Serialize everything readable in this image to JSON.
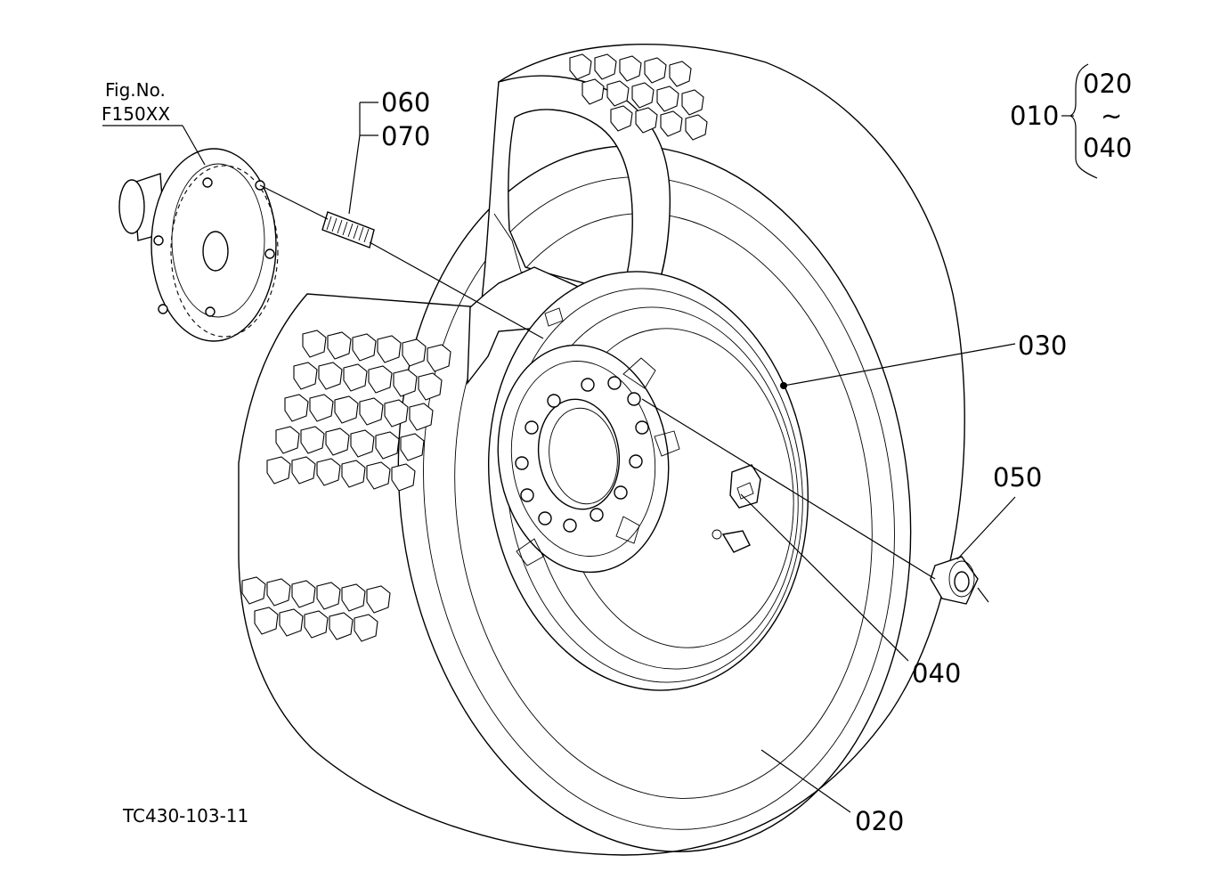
{
  "figure_reference": {
    "caption": "Fig.No.",
    "number": "F150XX"
  },
  "group_callout": {
    "assembly": "010",
    "range_start": "020",
    "range_symbol": "~",
    "range_end": "040"
  },
  "part_labels": {
    "stud_a": "060",
    "stud_b": "070",
    "rim": "030",
    "nut": "050",
    "valve": "040",
    "tire": "020"
  },
  "drawing_code": "TC430-103-11"
}
